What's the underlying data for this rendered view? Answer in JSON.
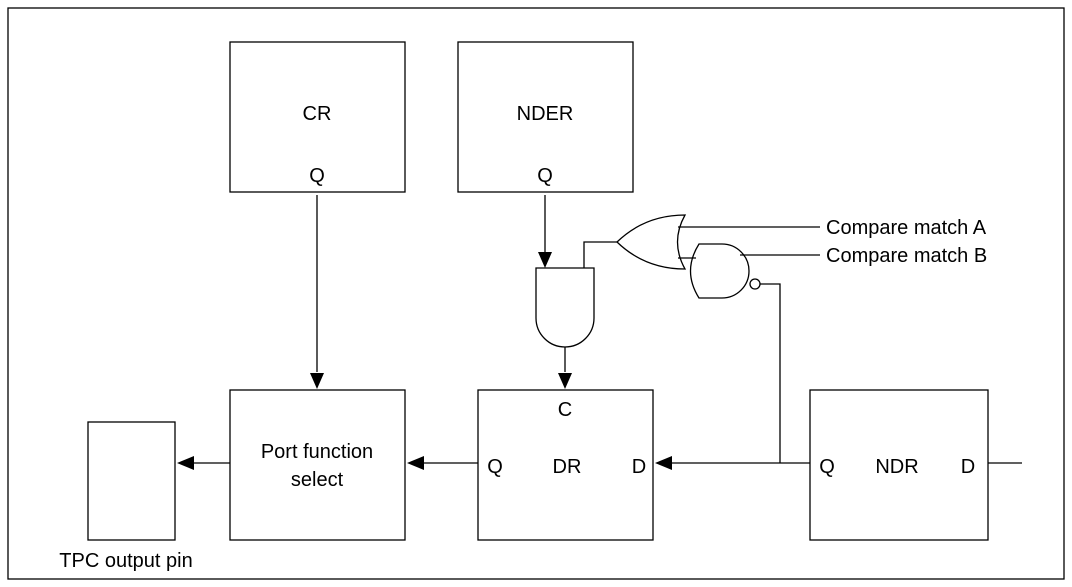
{
  "diagram": {
    "blocks": {
      "cr": {
        "name": "CR",
        "output": "Q"
      },
      "nder": {
        "name": "NDER",
        "output": "Q"
      },
      "port_function_select": {
        "line1": "Port function",
        "line2": "select"
      },
      "dr": {
        "name": "DR",
        "clock": "C",
        "input": "D",
        "output": "Q"
      },
      "ndr": {
        "name": "NDR",
        "input": "D",
        "output": "Q"
      },
      "tpc_output_pin": {
        "label": "TPC output pin"
      }
    },
    "signals": {
      "compare_match_a": "Compare match A",
      "compare_match_b": "Compare match B"
    },
    "colors": {
      "line": "#000000",
      "background": "#ffffff"
    }
  }
}
